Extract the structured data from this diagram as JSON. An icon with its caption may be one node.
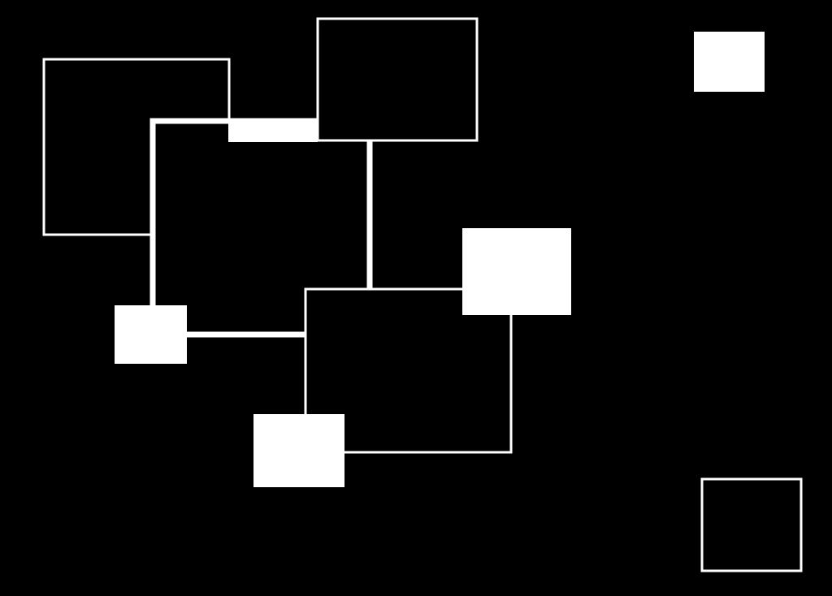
{
  "diagram": {
    "nodes": [
      {
        "text": [],
        "shape": "box"
      },
      {
        "text": [],
        "shape": "box"
      },
      {
        "text": [],
        "shape": "box"
      },
      {
        "text": [],
        "shape": "box",
        "in": 4
      },
      {
        "text": [],
        "shape": "box"
      },
      {
        "text": [],
        "shape": "box"
      },
      {
        "text": [],
        "shape": "box"
      },
      {
        "text": [],
        "shape": "box"
      },
      {
        "text": [],
        "shape": "box"
      },
      {
        "text": [],
        "shape": "box"
      }
    ]
  }
}
